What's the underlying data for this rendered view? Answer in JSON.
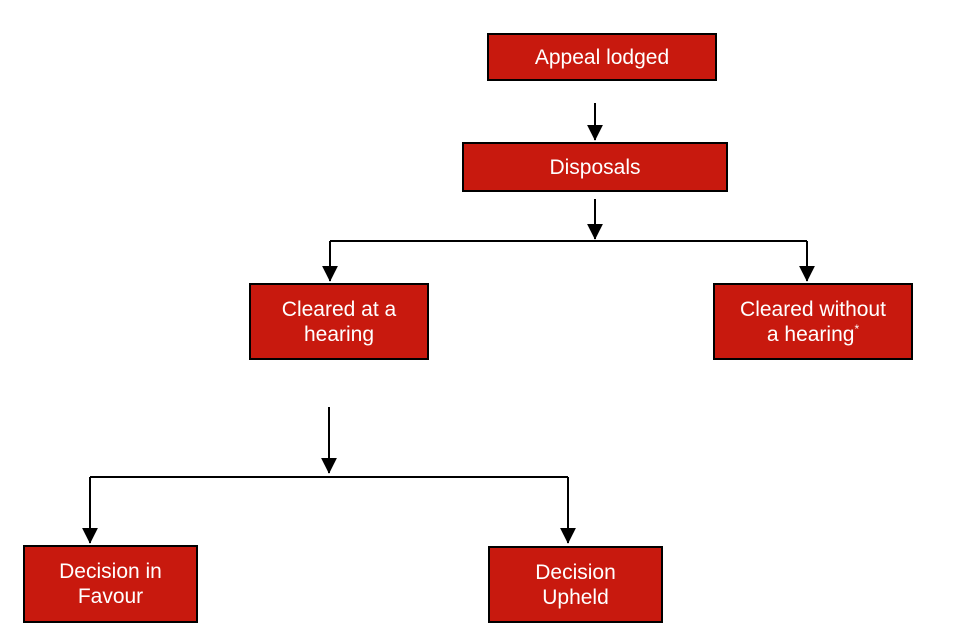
{
  "nodes": {
    "appeal": {
      "line1": "Appeal lodged"
    },
    "disposals": {
      "line1": "Disposals"
    },
    "cleared_hearing": {
      "line1": "Cleared at a",
      "line2": "hearing"
    },
    "cleared_without": {
      "line1": "Cleared without",
      "line2": "a hearing",
      "footnote_marker": "*"
    },
    "decision_favour": {
      "line1": "Decision in",
      "line2": "Favour"
    },
    "decision_upheld": {
      "line1": "Decision",
      "line2": "Upheld"
    }
  },
  "colors": {
    "box_fill": "#c8190e",
    "box_border": "#000000",
    "box_text": "#ffffff",
    "connector": "#000000",
    "background": "#ffffff"
  }
}
